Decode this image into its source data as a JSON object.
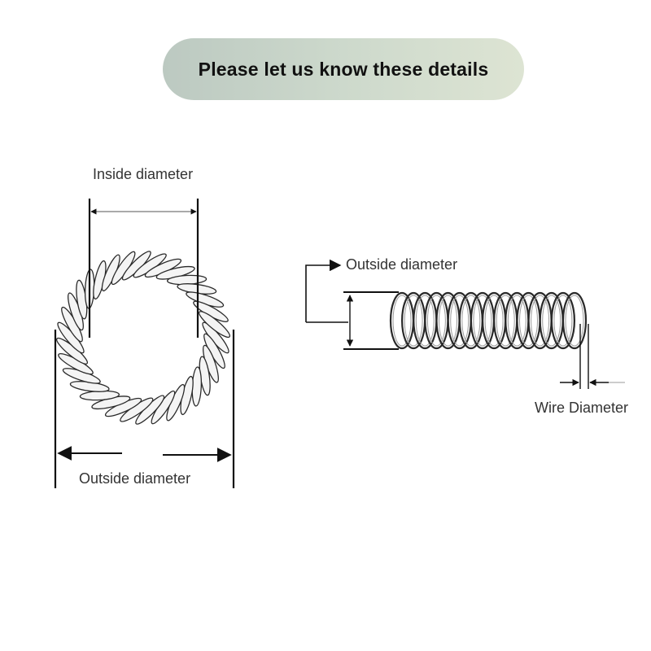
{
  "banner": {
    "text": "Please let us know these details"
  },
  "labels": {
    "inside_diameter": "Inside diameter",
    "outside_diameter_left": "Outside diameter",
    "outside_diameter_right": "Outside diameter",
    "wire_diameter": "Wire Diameter"
  },
  "colors": {
    "banner_start": "#bcc9c1",
    "banner_end": "#dde4d3",
    "line": "#111111",
    "label": "#333333"
  }
}
